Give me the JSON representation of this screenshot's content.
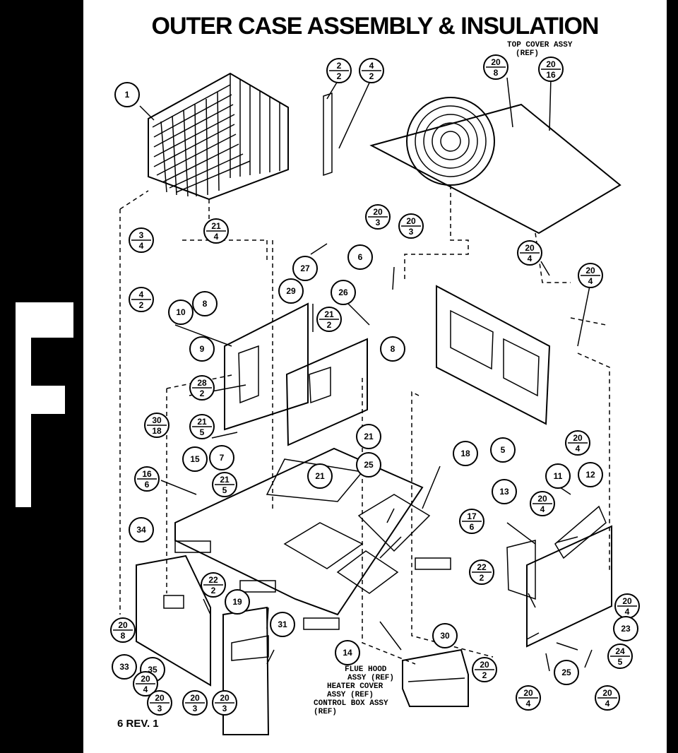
{
  "title": "OUTER  CASE ASSEMBLY & INSULATION",
  "footer": "6  REV. 1",
  "section_tab": "F",
  "ref_labels": {
    "top_cover": [
      "TOP COVER ASSY",
      "(REF)"
    ],
    "flue_hood": [
      "FLUE HOOD",
      "ASSY (REF)"
    ],
    "heater_cover": [
      "HEATER COVER",
      "ASSY (REF)"
    ],
    "control_box": [
      "CONTROL BOX ASSY",
      "(REF)"
    ]
  },
  "callouts": [
    {
      "id": "c1",
      "top": "1"
    },
    {
      "id": "c2",
      "top": "2",
      "bottom": "2"
    },
    {
      "id": "c3",
      "top": "4",
      "bottom": "2"
    },
    {
      "id": "c4",
      "top": "20",
      "bottom": "8"
    },
    {
      "id": "c5",
      "top": "20",
      "bottom": "16"
    },
    {
      "id": "c6",
      "top": "3",
      "bottom": "4"
    },
    {
      "id": "c7",
      "top": "4",
      "bottom": "2"
    },
    {
      "id": "c8",
      "top": "21",
      "bottom": "4"
    },
    {
      "id": "c9",
      "top": "20",
      "bottom": "3"
    },
    {
      "id": "c10",
      "top": "20",
      "bottom": "3"
    },
    {
      "id": "c11",
      "top": "6"
    },
    {
      "id": "c12",
      "top": "20",
      "bottom": "4"
    },
    {
      "id": "c13",
      "top": "20",
      "bottom": "4"
    },
    {
      "id": "c14",
      "top": "27"
    },
    {
      "id": "c15",
      "top": "10"
    },
    {
      "id": "c16",
      "top": "8"
    },
    {
      "id": "c17",
      "top": "29"
    },
    {
      "id": "c18",
      "top": "26"
    },
    {
      "id": "c19",
      "top": "21",
      "bottom": "2"
    },
    {
      "id": "c20",
      "top": "9"
    },
    {
      "id": "c21",
      "top": "8"
    },
    {
      "id": "c22",
      "top": "28",
      "bottom": "2"
    },
    {
      "id": "c23",
      "top": "21",
      "bottom": "5"
    },
    {
      "id": "c24",
      "top": "30",
      "bottom": "18"
    },
    {
      "id": "c25",
      "top": "21"
    },
    {
      "id": "c26",
      "top": "7"
    },
    {
      "id": "c27",
      "top": "25"
    },
    {
      "id": "c28",
      "top": "5"
    },
    {
      "id": "c29",
      "top": "20",
      "bottom": "4"
    },
    {
      "id": "c30",
      "top": "15"
    },
    {
      "id": "c31",
      "top": "21",
      "bottom": "5"
    },
    {
      "id": "c32",
      "top": "16",
      "bottom": "6"
    },
    {
      "id": "c33",
      "top": "21"
    },
    {
      "id": "c34",
      "top": "18"
    },
    {
      "id": "c35",
      "top": "17",
      "bottom": "6"
    },
    {
      "id": "c36",
      "top": "13"
    },
    {
      "id": "c37",
      "top": "11"
    },
    {
      "id": "c38",
      "top": "12"
    },
    {
      "id": "c39",
      "top": "20",
      "bottom": "4"
    },
    {
      "id": "c40",
      "top": "34"
    },
    {
      "id": "c41",
      "top": "22",
      "bottom": "2"
    },
    {
      "id": "c42",
      "top": "22",
      "bottom": "2"
    },
    {
      "id": "c43",
      "top": "19"
    },
    {
      "id": "c44",
      "top": "20",
      "bottom": "4"
    },
    {
      "id": "c45",
      "top": "20",
      "bottom": "8"
    },
    {
      "id": "c46",
      "top": "31"
    },
    {
      "id": "c47",
      "top": "14"
    },
    {
      "id": "c48",
      "top": "23"
    },
    {
      "id": "c49",
      "top": "24",
      "bottom": "5"
    },
    {
      "id": "c50",
      "top": "30"
    },
    {
      "id": "c51",
      "top": "20",
      "bottom": "2"
    },
    {
      "id": "c52",
      "top": "33"
    },
    {
      "id": "c53",
      "top": "35"
    },
    {
      "id": "c54",
      "top": "20",
      "bottom": "4"
    },
    {
      "id": "c55",
      "top": "20",
      "bottom": "3"
    },
    {
      "id": "c56",
      "top": "20",
      "bottom": "3"
    },
    {
      "id": "c57",
      "top": "20",
      "bottom": "3"
    },
    {
      "id": "c58",
      "top": "25"
    },
    {
      "id": "c59",
      "top": "20",
      "bottom": "4"
    },
    {
      "id": "c60",
      "top": "20",
      "bottom": "4"
    }
  ]
}
